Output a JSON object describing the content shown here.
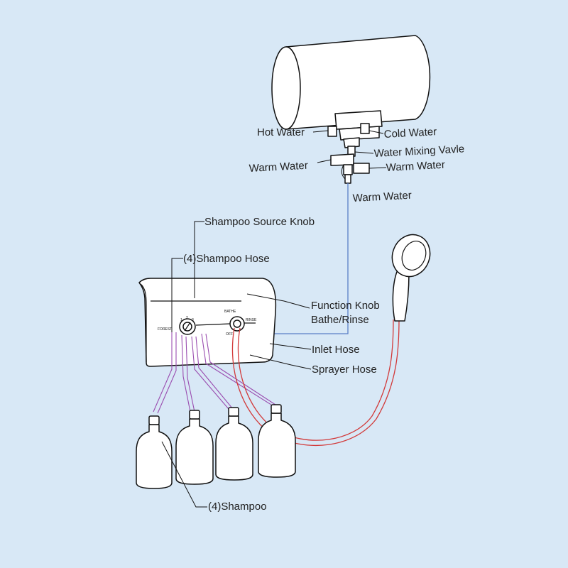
{
  "labels": {
    "hot_water": "Hot Water",
    "cold_water": "Cold Water",
    "mixing_valve": "Water Mixing Vavle",
    "warm_water_left": "Warm Water",
    "warm_water_right": "Warm Water",
    "warm_water_pipe": "Warm Water",
    "shampoo_source_knob": "Shampoo Source Knob",
    "shampoo_hose": "(4)Shampoo Hose",
    "function_knob_line1": "Function Knob",
    "function_knob_line2": "Bathe/Rinse",
    "inlet_hose": "Inlet Hose",
    "sprayer_hose": "Sprayer Hose",
    "shampoo": "(4)Shampoo"
  },
  "panel_marks": {
    "left": "FOREST",
    "numbers": [
      "1",
      "2",
      "3"
    ],
    "bathe": "BATHE",
    "rinse": "RINSE",
    "off": "OFF"
  },
  "colors": {
    "background": "#d8e8f6",
    "water_pipe": "#5a7fc6",
    "sprayer_hose": "#d23a3a",
    "shampoo_hose": "#9a4db0"
  }
}
